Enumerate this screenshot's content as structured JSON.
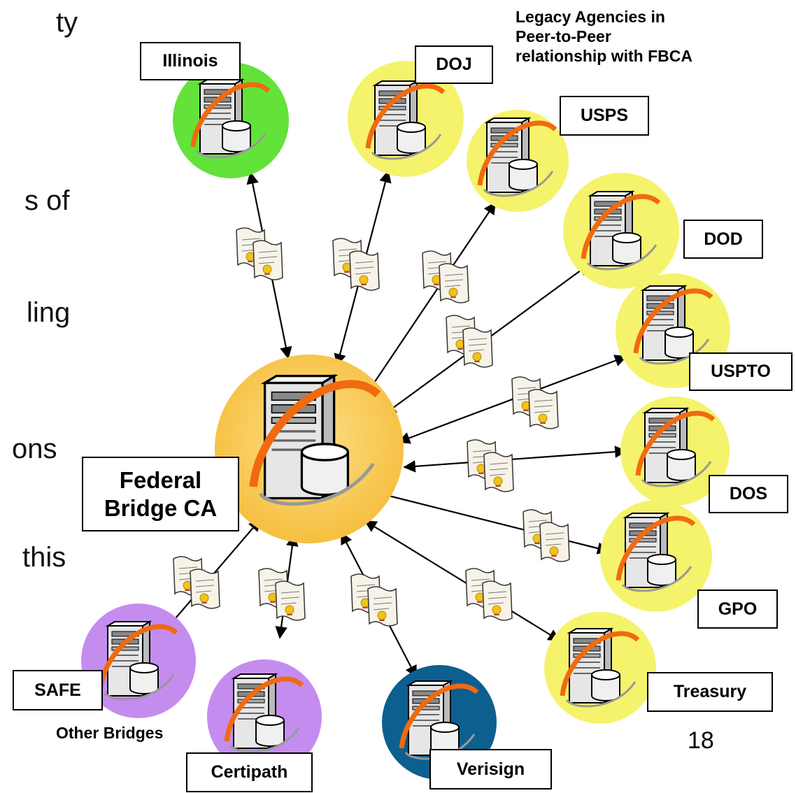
{
  "slide_left_fragments": [
    "ty",
    "s of",
    "ling",
    "ons",
    "this"
  ],
  "hub": {
    "line1": "Federal",
    "line2": "Bridge CA"
  },
  "nodes": {
    "illinois": "Illinois",
    "doj": "DOJ",
    "usps": "USPS",
    "dod": "DOD",
    "uspto": "USPTO",
    "dos": "DOS",
    "gpo": "GPO",
    "treasury": "Treasury",
    "verisign": "Verisign",
    "certipath": "Certipath",
    "safe": "SAFE"
  },
  "annotations": {
    "legacy_line1": "Legacy Agencies in",
    "legacy_line2": "Peer-to-Peer",
    "legacy_line3": "relationship with FBCA",
    "other_bridges": "Other Bridges"
  },
  "page_number": "18",
  "colors": {
    "hub": "#f9c84a",
    "legacy": "#f5f36b",
    "illinois": "#63e23a",
    "bridges": "#c58cf0",
    "verisign": "#0d5f8f",
    "swoosh": "#f06a10"
  }
}
